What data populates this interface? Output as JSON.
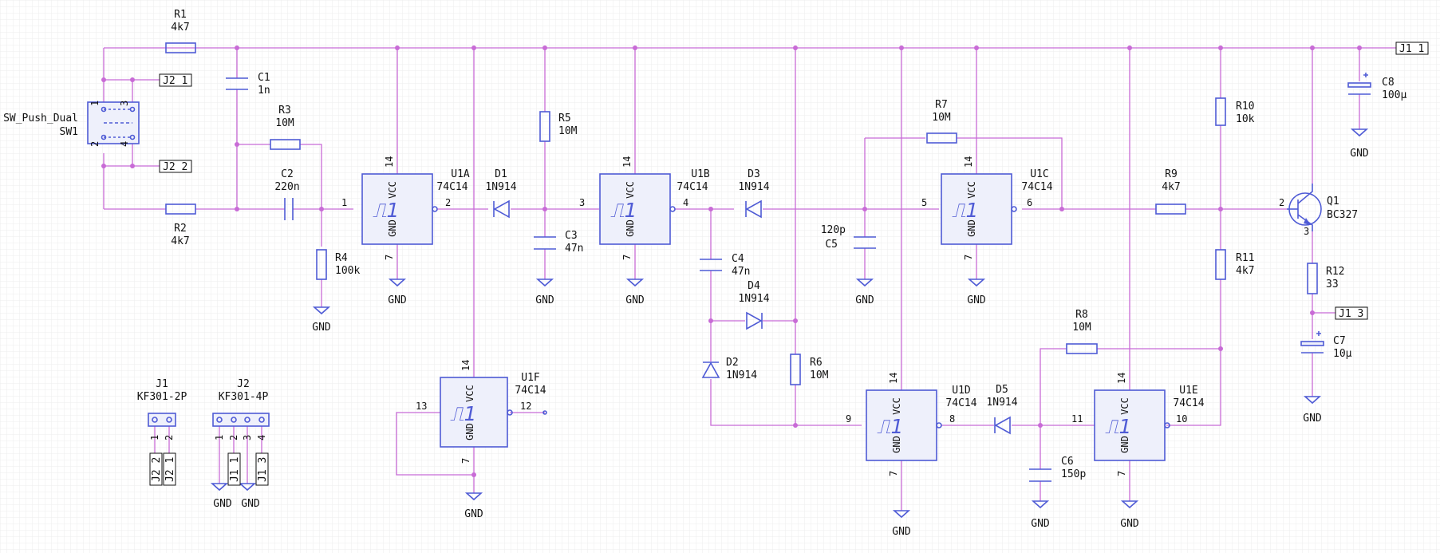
{
  "nets": {
    "gnd": "GND",
    "vcc": "VCC",
    "j1_1": "J1_1",
    "j1_3": "J1_3",
    "j2_1": "J2_1",
    "j2_2": "J2_2"
  },
  "components": {
    "R1": {
      "ref": "R1",
      "value": "4k7"
    },
    "R2": {
      "ref": "R2",
      "value": "4k7"
    },
    "R3": {
      "ref": "R3",
      "value": "10M"
    },
    "R4": {
      "ref": "R4",
      "value": "100k"
    },
    "R5": {
      "ref": "R5",
      "value": "10M"
    },
    "R6": {
      "ref": "R6",
      "value": "10M"
    },
    "R7": {
      "ref": "R7",
      "value": "10M"
    },
    "R8": {
      "ref": "R8",
      "value": "10M"
    },
    "R9": {
      "ref": "R9",
      "value": "4k7"
    },
    "R10": {
      "ref": "R10",
      "value": "10k"
    },
    "R11": {
      "ref": "R11",
      "value": "4k7"
    },
    "R12": {
      "ref": "R12",
      "value": "33"
    },
    "C1": {
      "ref": "C1",
      "value": "1n"
    },
    "C2": {
      "ref": "C2",
      "value": "220n"
    },
    "C3": {
      "ref": "C3",
      "value": "47n"
    },
    "C4": {
      "ref": "C4",
      "value": "47n"
    },
    "C5": {
      "ref": "C5",
      "value": "120p"
    },
    "C6": {
      "ref": "C6",
      "value": "150p"
    },
    "C7": {
      "ref": "C7",
      "value": "10µ"
    },
    "C8": {
      "ref": "C8",
      "value": "100µ"
    },
    "D1": {
      "ref": "D1",
      "value": "1N914"
    },
    "D2": {
      "ref": "D2",
      "value": "1N914"
    },
    "D3": {
      "ref": "D3",
      "value": "1N914"
    },
    "D4": {
      "ref": "D4",
      "value": "1N914"
    },
    "D5": {
      "ref": "D5",
      "value": "1N914"
    },
    "Q1": {
      "ref": "Q1",
      "value": "BC327",
      "pins": [
        "2",
        "3"
      ]
    },
    "SW1": {
      "ref": "SW1",
      "value": "SW_Push_Dual",
      "pins": [
        "1",
        "2",
        "3",
        "4"
      ]
    },
    "J1": {
      "ref": "J1",
      "value": "KF301-2P",
      "pins": [
        "1",
        "2"
      ]
    },
    "J2": {
      "ref": "J2",
      "value": "KF301-4P",
      "pins": [
        "1",
        "2",
        "3",
        "4"
      ]
    }
  },
  "gates": {
    "U1A": {
      "ref": "U1A",
      "value": "74C14",
      "in": "1",
      "out": "2",
      "vcc_pin": "14",
      "gnd_pin": "7"
    },
    "U1B": {
      "ref": "U1B",
      "value": "74C14",
      "in": "3",
      "out": "4",
      "vcc_pin": "14",
      "gnd_pin": "7"
    },
    "U1C": {
      "ref": "U1C",
      "value": "74C14",
      "in": "5",
      "out": "6",
      "vcc_pin": "14",
      "gnd_pin": "7"
    },
    "U1D": {
      "ref": "U1D",
      "value": "74C14",
      "in": "9",
      "out": "8",
      "vcc_pin": "14",
      "gnd_pin": "7"
    },
    "U1E": {
      "ref": "U1E",
      "value": "74C14",
      "in": "11",
      "out": "10",
      "vcc_pin": "14",
      "gnd_pin": "7"
    },
    "U1F": {
      "ref": "U1F",
      "value": "74C14",
      "in": "13",
      "out": "12",
      "vcc_pin": "14",
      "gnd_pin": "7"
    }
  }
}
